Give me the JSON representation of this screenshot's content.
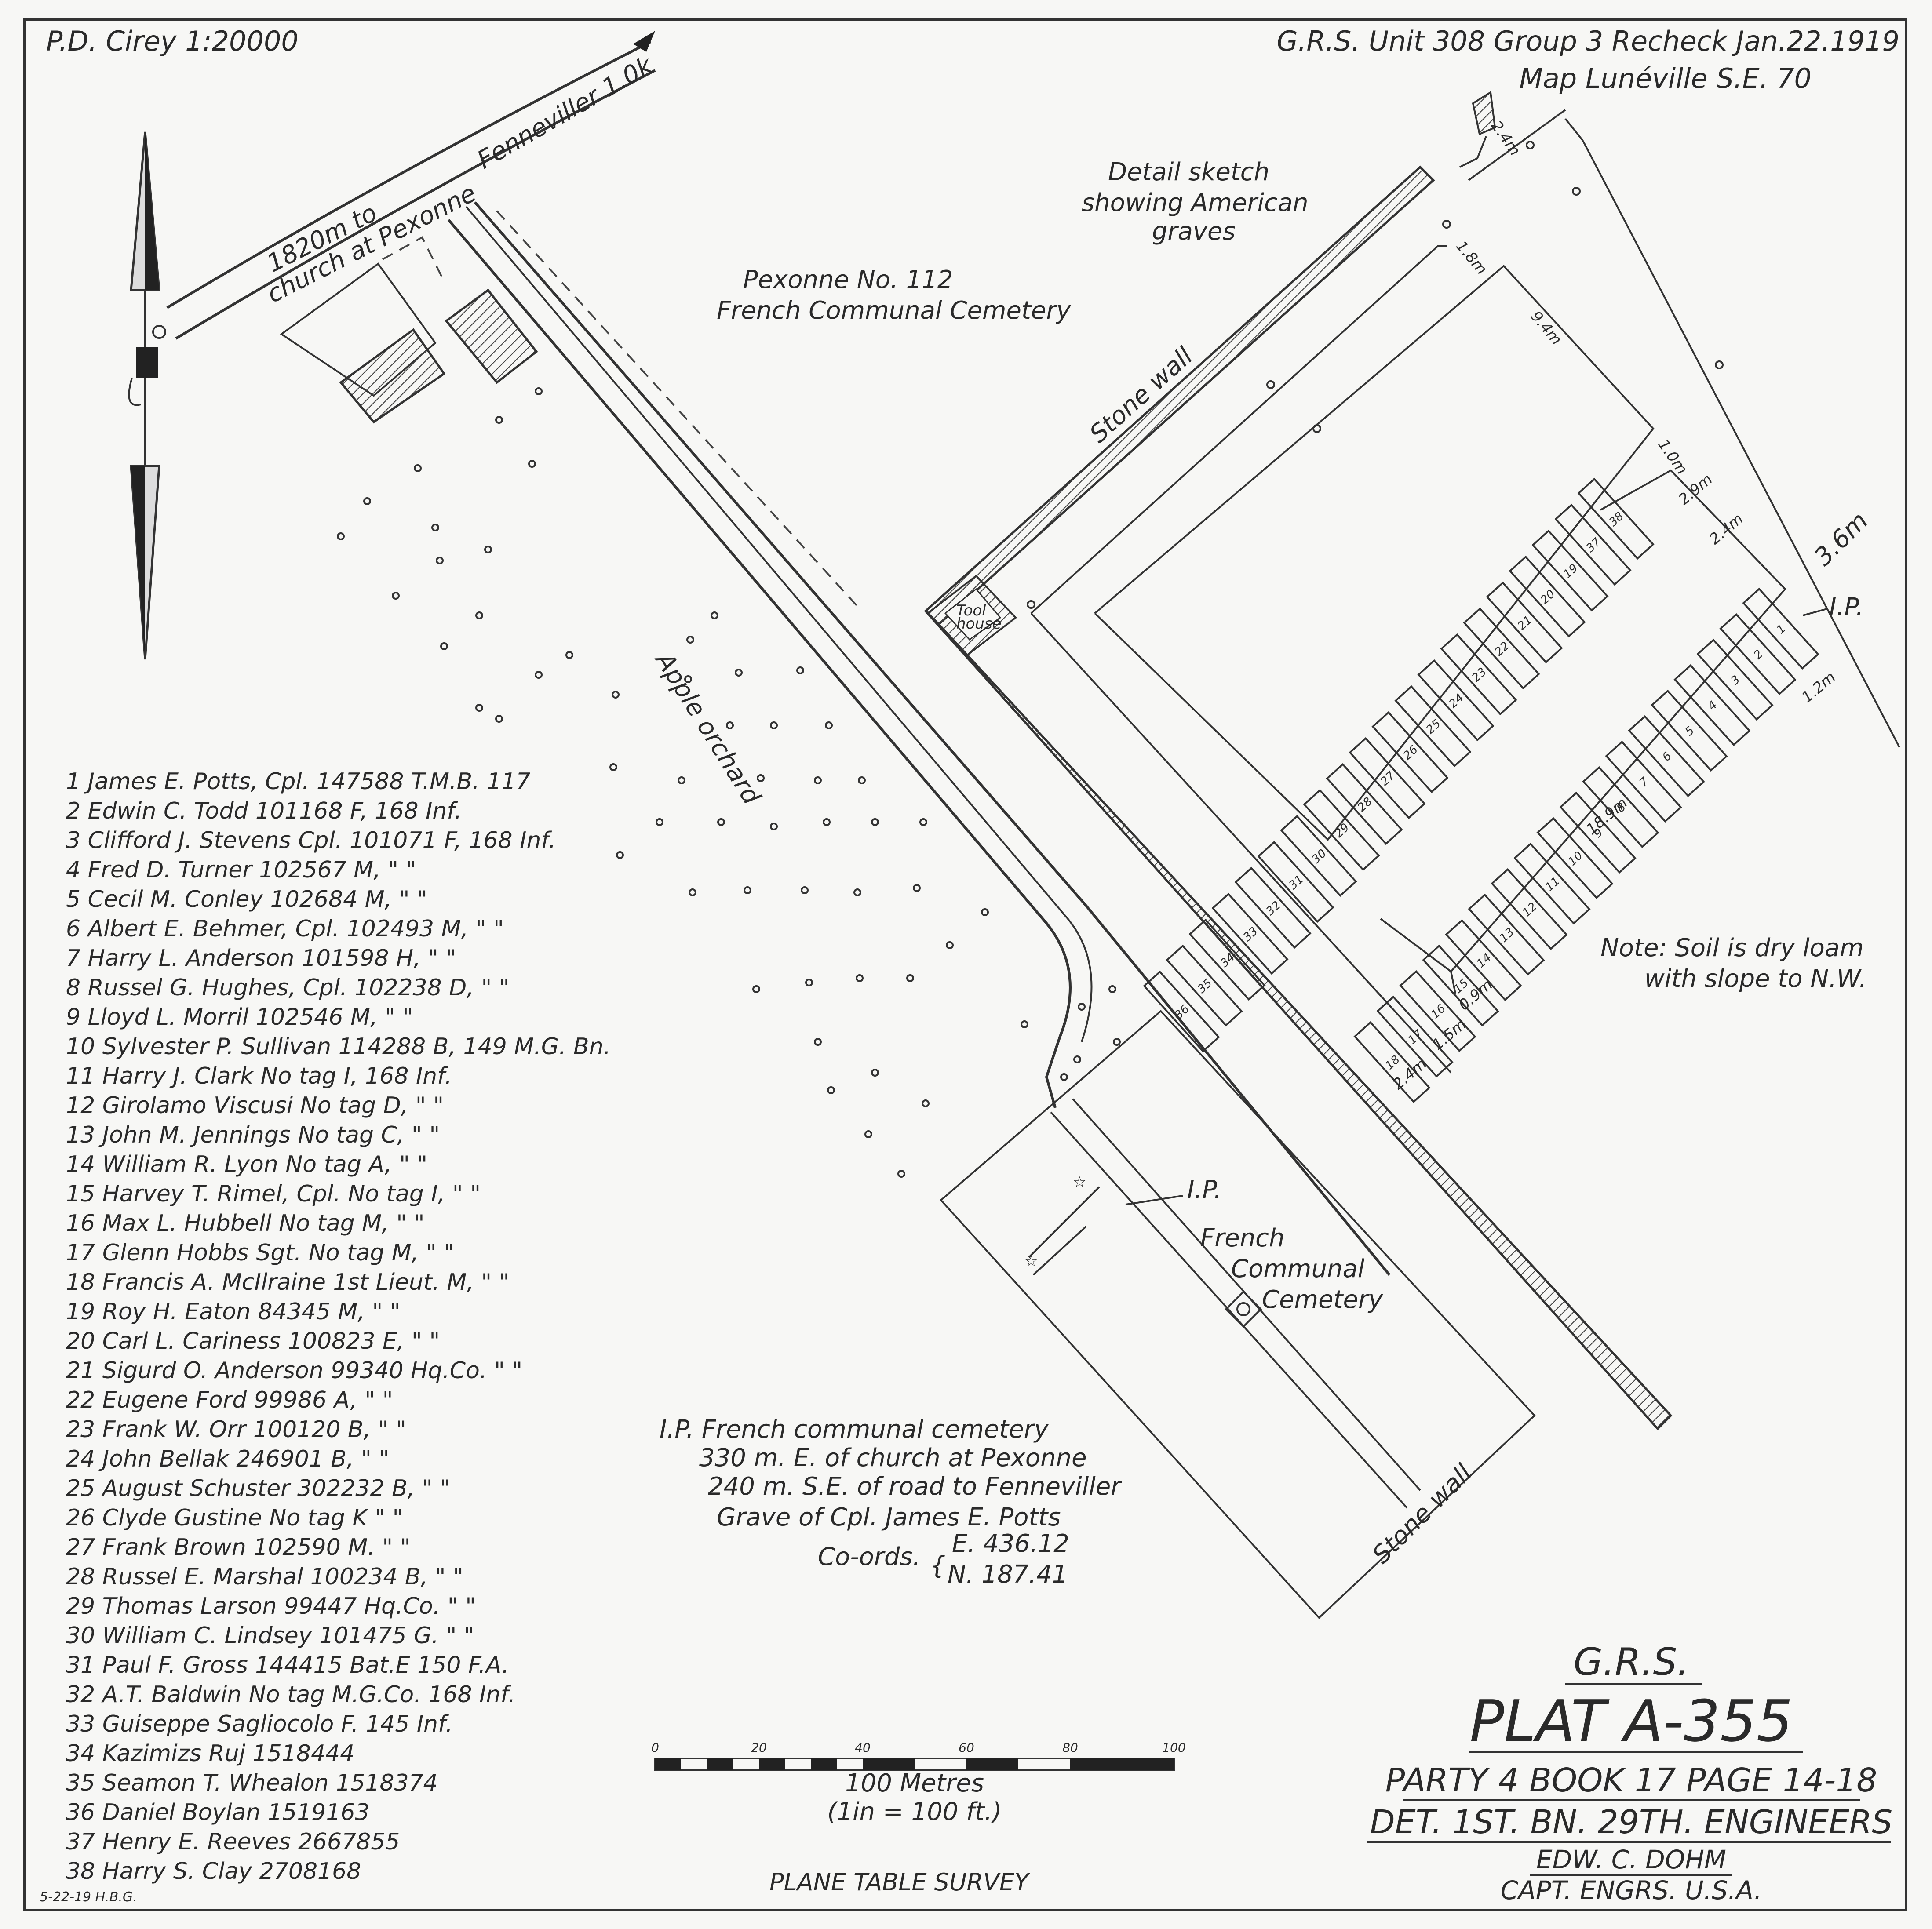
{
  "header": {
    "sheet_ref": "P.D. Cirey 1:20000",
    "unit_line": "G.R.S. Unit 308 Group 3 Recheck Jan.22.1919",
    "map_ref": "Map Lunéville S.E. 70"
  },
  "labels": {
    "road_to_church": [
      "1820m to",
      "church at Pexonne"
    ],
    "road_to_fenneviller": "Fenneviller 1.0k",
    "cemetery_title": [
      "Pexonne No. 112",
      "French Communal Cemetery"
    ],
    "detail_sketch": [
      "Detail sketch",
      "showing American",
      "graves"
    ],
    "stone_wall_top": "Stone wall",
    "stone_wall_bottom": "Stone wall",
    "tool_house": [
      "Tool",
      "house"
    ],
    "apple_orchard": "Apple orchard",
    "french_cemetery": [
      "French",
      "Communal",
      "Cemetery"
    ],
    "ip_marker": "I.P.",
    "note": [
      "Note: Soil is dry loam",
      "with slope to N.W."
    ],
    "dims": [
      "2.4m",
      "1.8m",
      "9.4m",
      "1.0m",
      "2.9m",
      "2.4m",
      "3.6m",
      "1.2m",
      "18.9m",
      "0.9m",
      "2.4m",
      "1.5m"
    ],
    "ip_description": [
      "I.P. French communal cemetery",
      "330 m. E. of church at Pexonne",
      "240 m. S.E. of road to Fenneviller",
      "Grave of Cpl. James E. Potts"
    ],
    "coords_label": "Co-ords.",
    "coords": [
      "E. 436.12",
      "N. 187.41"
    ]
  },
  "graves": {
    "row_upper": [
      "38",
      "37",
      "19",
      "20",
      "21",
      "22",
      "23",
      "24",
      "25",
      "26",
      "27",
      "28",
      "29",
      "30",
      "31",
      "32",
      "33",
      "34",
      "35",
      "36"
    ],
    "row_lower": [
      "1",
      "2",
      "3",
      "4",
      "5",
      "6",
      "7",
      "8",
      "9",
      "10",
      "11",
      "12",
      "13",
      "14",
      "15",
      "16",
      "17",
      "18"
    ]
  },
  "roster": [
    "1 James E. Potts, Cpl. 147588 T.M.B. 117",
    "2 Edwin C. Todd 101168 F, 168 Inf.",
    "3 Clifford J. Stevens Cpl. 101071 F, 168 Inf.",
    "4 Fred D. Turner 102567 M, \" \"",
    "5 Cecil M. Conley 102684 M, \" \"",
    "6 Albert E. Behmer, Cpl. 102493 M, \" \"",
    "7 Harry L. Anderson 101598 H, \" \"",
    "8 Russel G. Hughes, Cpl. 102238 D, \" \"",
    "9 Lloyd L. Morril 102546 M, \" \"",
    "10 Sylvester P. Sullivan 114288 B, 149 M.G. Bn.",
    "11 Harry J. Clark No tag I, 168 Inf.",
    "12 Girolamo Viscusi No tag D, \" \"",
    "13 John M. Jennings No tag C, \" \"",
    "14 William R. Lyon No tag A, \" \"",
    "15 Harvey T. Rimel, Cpl. No tag I, \" \"",
    "16 Max L. Hubbell No tag M, \" \"",
    "17 Glenn Hobbs Sgt. No tag M, \" \"",
    "18 Francis A. McIlraine 1st Lieut. M, \" \"",
    "19 Roy H. Eaton 84345 M, \" \"",
    "20 Carl L. Cariness 100823 E, \" \"",
    "21 Sigurd O. Anderson 99340 Hq.Co. \" \"",
    "22 Eugene Ford 99986 A, \" \"",
    "23 Frank W. Orr 100120 B, \" \"",
    "24 John Bellak 246901 B, \" \"",
    "25 August Schuster 302232 B, \" \"",
    "26 Clyde Gustine No tag K \" \"",
    "27 Frank Brown 102590 M. \" \"",
    "28 Russel E. Marshal 100234 B, \" \"",
    "29 Thomas Larson 99447 Hq.Co. \" \"",
    "30 William C. Lindsey 101475 G. \" \"",
    "31 Paul F. Gross 144415 Bat.E 150 F.A.",
    "32 A.T. Baldwin No tag M.G.Co. 168 Inf.",
    "33 Guiseppe Sagliocolo F. 145 Inf.",
    "34 Kazimizs Ruj 1518444",
    "35 Seamon T. Whealon 1518374",
    "36 Daniel Boylan 1519163",
    "37 Henry E. Reeves 2667855",
    "38 Harry S. Clay 2708168"
  ],
  "scale": {
    "ticks": [
      "0",
      "20",
      "40",
      "60",
      "80",
      "100"
    ],
    "caption": "100 Metres",
    "subcaption": "(1in = 100 ft.)"
  },
  "title_block": {
    "agency": "G.R.S.",
    "plat": "PLAT A-355",
    "party": "PARTY 4 BOOK 17 PAGE 14-18",
    "detachment": "DET. 1ST. BN. 29TH. ENGINEERS",
    "officer": "EDW. C. DOHM",
    "rank": "CAPT. ENGRS. U.S.A."
  },
  "footer": {
    "survey_type": "PLANE TABLE SURVEY",
    "drafter": "5-22-19 H.B.G."
  }
}
